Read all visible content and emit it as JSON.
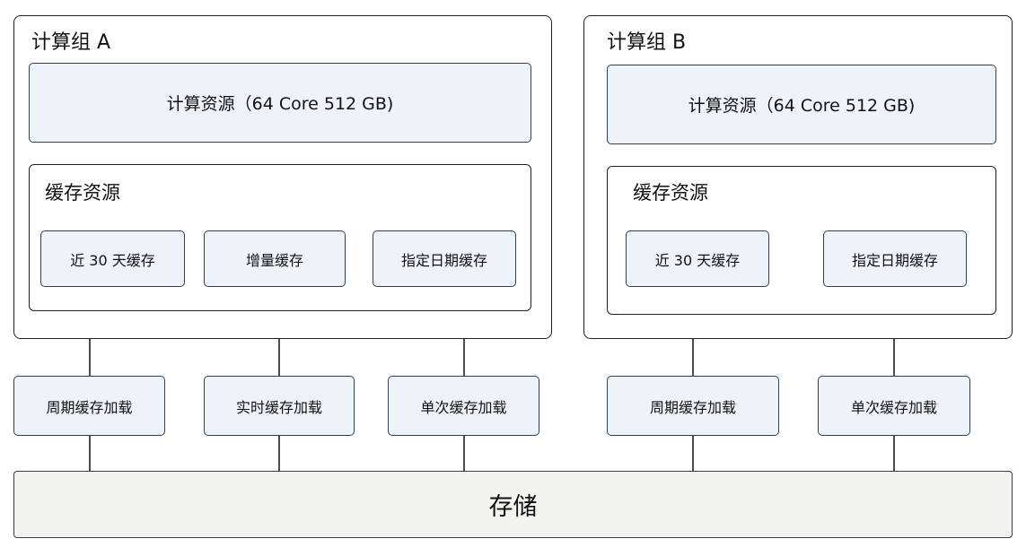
{
  "group_a": {
    "title": "计算组 A",
    "compute": "计算资源（64 Core 512 GB)",
    "cache_title": "缓存资源",
    "cache_items": [
      "近 30 天缓存",
      "增量缓存",
      "指定日期缓存"
    ],
    "loaders": [
      "周期缓存加载",
      "实时缓存加载",
      "单次缓存加载"
    ]
  },
  "group_b": {
    "title": "计算组 B",
    "compute": "计算资源（64 Core 512 GB)",
    "cache_title": "缓存资源",
    "cache_items": [
      "近 30 天缓存",
      "指定日期缓存"
    ],
    "loaders": [
      "周期缓存加载",
      "单次缓存加载"
    ]
  },
  "storage": {
    "label": "存储"
  }
}
